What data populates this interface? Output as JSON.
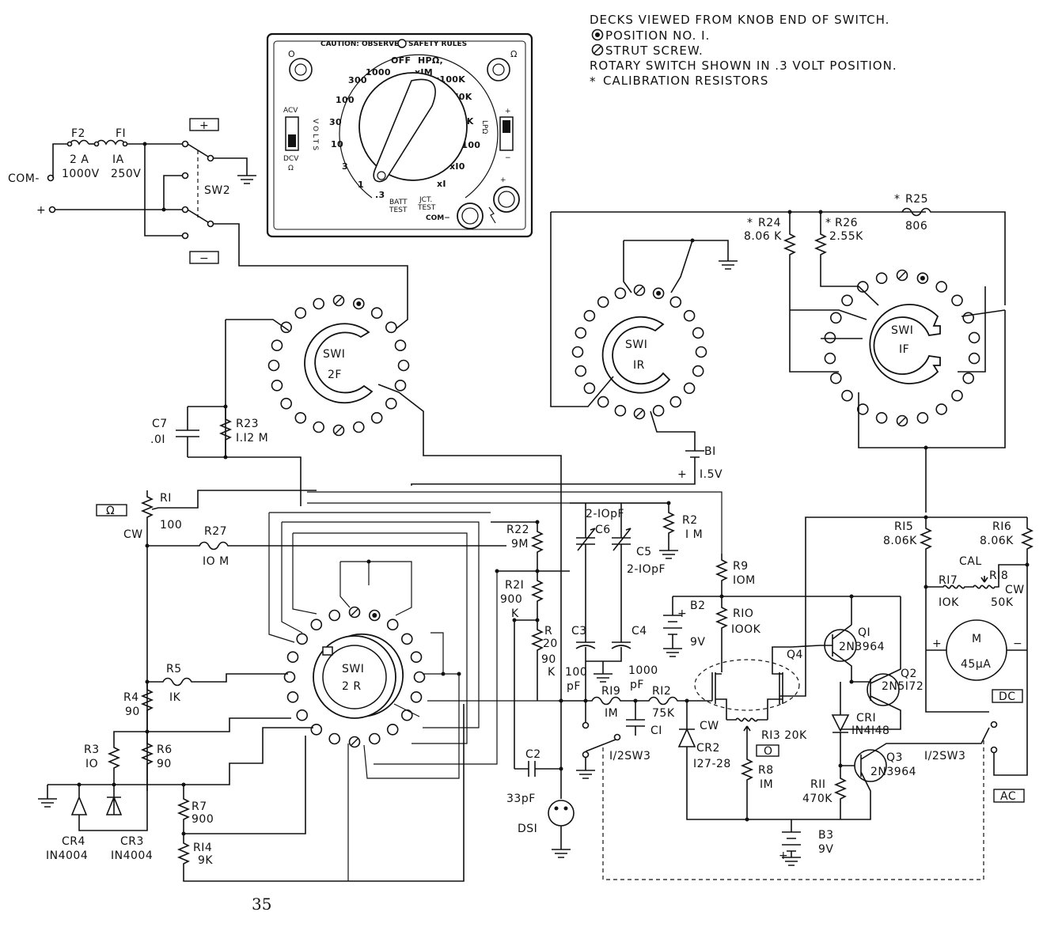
{
  "notes": {
    "line1": "DECKS VIEWED FROM KNOB END OF SWITCH.",
    "line2": "POSITION NO. I.",
    "line3": "STRUT SCREW.",
    "line4": "ROTARY SWITCH SHOWN IN .3 VOLT POSITION.",
    "line5": "CALIBRATION   RESISTORS",
    "asterisk": "*"
  },
  "panel": {
    "caution": "CAUTION: OBSERVE",
    "caution2": "SAFETY RULES",
    "jack_ohm": "Ω",
    "jack_o": "O",
    "acv": "ACV",
    "dcv": "DCV",
    "dcv_ohm": "Ω",
    "volts": "VOLTS",
    "lp_ohm": "LPΩ",
    "plus": "+",
    "minus": "−",
    "com": "COM−",
    "batt_test1": "BATT",
    "batt_test2": "TEST",
    "jct_test1": "JCT.",
    "jct_test2": "TEST",
    "off": "OFF",
    "hp_ohm": "HPΩ,",
    "range_v": [
      "1000",
      "300",
      "100",
      "30",
      "10",
      "3",
      "1",
      ".3"
    ],
    "range_r": [
      "xIM",
      "x100K",
      "xI0K",
      "xIK",
      "x100",
      "xI0",
      "xI"
    ]
  },
  "components": {
    "f2": "F2",
    "f2_rating1": "2 A",
    "f2_rating2": "1000V",
    "f1": "FI",
    "f1_rating1": "IA",
    "f1_rating2": "250V",
    "com": "COM-",
    "plus_in": "+",
    "sw2": "SW2",
    "sw2_plus": "+",
    "sw2_minus": "−",
    "sw1_2f_a": "SWI",
    "sw1_2f_b": "2F",
    "sw1_1r_a": "SWI",
    "sw1_1r_b": "IR",
    "sw1_1f_a": "SWI",
    "sw1_1f_b": "IF",
    "sw1_2r_a": "SWI",
    "sw1_2r_b": "2 R",
    "c7": "C7",
    "c7_val": ".0I",
    "r23": "R23",
    "r23_val": "I.I2 M",
    "r24": "R24",
    "r24_val": "8.06 K",
    "r26": "R26",
    "r26_val": "2.55K",
    "r25": "R25",
    "r25_val": "806",
    "b1": "BI",
    "b1_val": "I.5V",
    "b1_plus": "+",
    "r1": "RI",
    "r1_val": "100",
    "r1_cw": "CW",
    "ohm_box": "Ω",
    "r27": "R27",
    "r27_val": "IO M",
    "r22": "R22",
    "r22_val": "9M",
    "r21": "R2I",
    "r21_val1": "900",
    "r21_val2": "K",
    "r20a": "R",
    "r20b": "20",
    "r20c": "90",
    "r20d": "K",
    "c6": "C6",
    "c6_val": "2-IOpF",
    "c5": "C5",
    "c5_val": "2-IOpF",
    "r2": "R2",
    "r2_val": "I M",
    "r9": "R9",
    "r9_val": "IOM",
    "b2": "B2",
    "b2_val": "9V",
    "b2_plus": "+",
    "r10": "RIO",
    "r10_val": "IOOK",
    "c3": "C3",
    "c3_val1": "100",
    "c3_val2": "pF",
    "c4": "C4",
    "c4_val1": "1000",
    "c4_val2": "pF",
    "q4": "Q4",
    "q1": "QI",
    "q1_val": "2N3964",
    "q2": "Q2",
    "q2_val": "2N5I72",
    "r15": "RI5",
    "r15_val": "8.06K",
    "r16": "RI6",
    "r16_val": "8.06K",
    "cal": "CAL",
    "r17": "RI7",
    "r17_val": "IOK",
    "r18": "RI8",
    "r18_val": "50K",
    "r18_cw": "CW",
    "meter": "M",
    "meter_val": "45μA",
    "meter_plus": "+",
    "meter_minus": "−",
    "dc_box": "DC",
    "ac_box": "AC",
    "r5": "R5",
    "r5_val": "IK",
    "r4": "R4",
    "r4_val": "90",
    "r3": "R3",
    "r3_val": "IO",
    "r6": "R6",
    "r6_val": "90",
    "r7": "R7",
    "r7_val": "900",
    "r14": "RI4",
    "r14_val": "9K",
    "cr4": "CR4",
    "cr4_val": "IN4004",
    "cr3": "CR3",
    "cr3_val": "IN4004",
    "r19": "RI9",
    "r19_val": "IM",
    "r12": "RI2",
    "r12_val": "75K",
    "c1": "CI",
    "c2": "C2",
    "c2_val": "33pF",
    "ds1": "DSI",
    "sw3a": "I/2SW3",
    "cr2": "CR2",
    "cr2_val": "I27-28",
    "r13": "RI3 20K",
    "r13_cw": "CW",
    "o_box": "O",
    "r8": "R8",
    "r8_val": "IM",
    "cr1": "CRI",
    "cr1_val": "IN4I48",
    "q3": "Q3",
    "q3_val": "2N3964",
    "r11": "RII",
    "r11_val": "470K",
    "sw3b": "I/2SW3",
    "b3": "B3",
    "b3_val": "9V",
    "b3_plus": "+"
  },
  "page": {
    "number": "35"
  }
}
